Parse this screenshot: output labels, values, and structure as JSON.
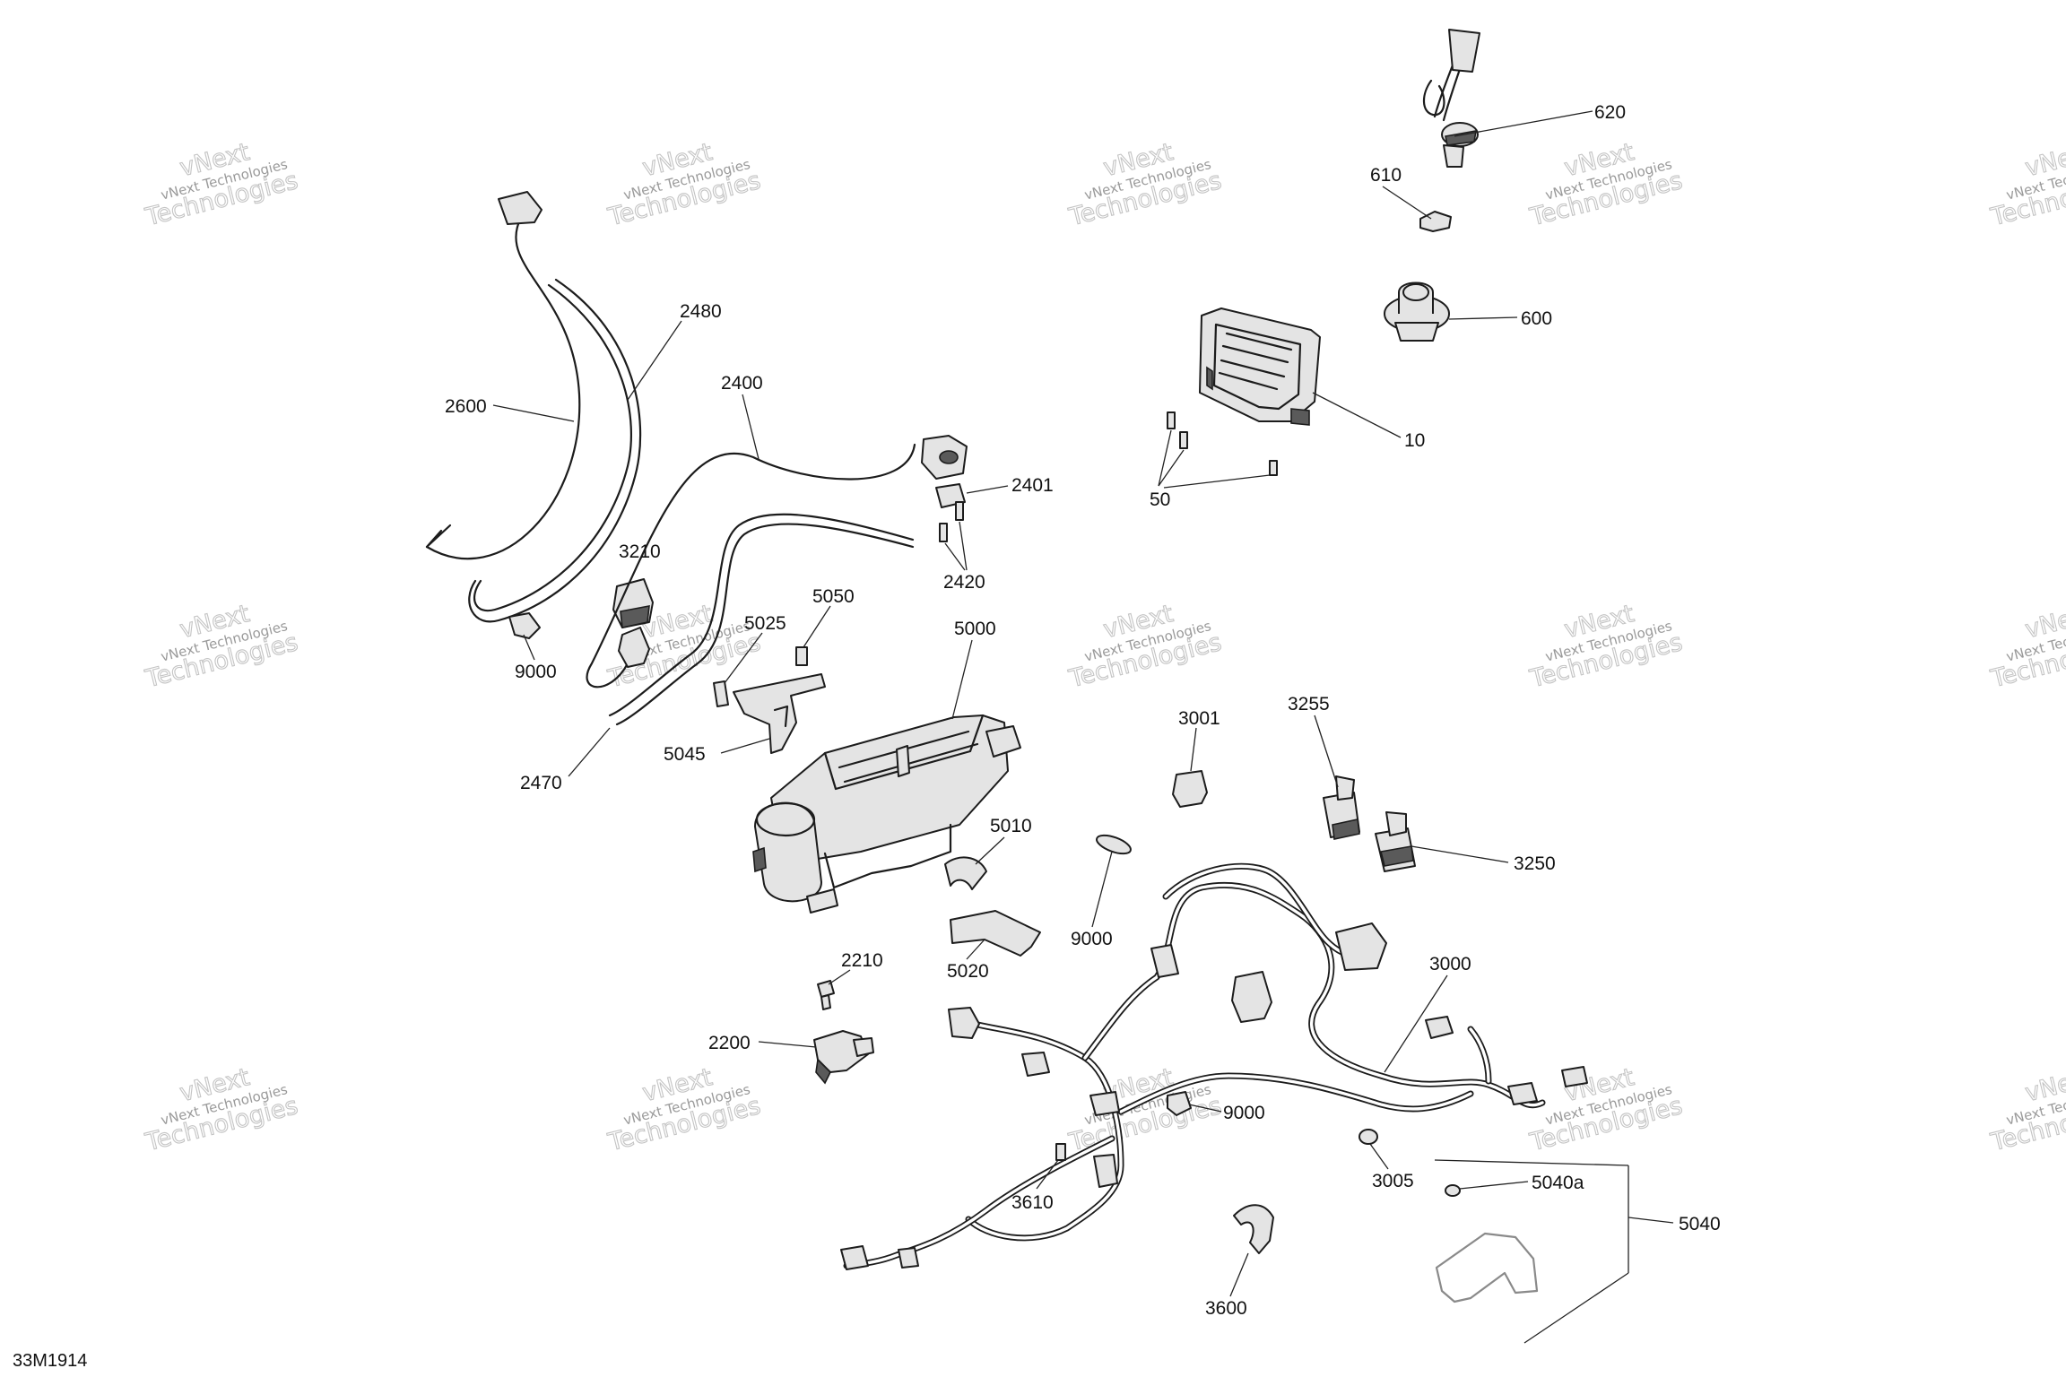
{
  "figure_id": "33M1914",
  "watermark": {
    "line1": "vNext Technologies",
    "line2": "Technologies",
    "corner": "vNext"
  },
  "callouts": [
    {
      "id": "c-620",
      "label": "620"
    },
    {
      "id": "c-610",
      "label": "610"
    },
    {
      "id": "c-600",
      "label": "600"
    },
    {
      "id": "c-10",
      "label": "10"
    },
    {
      "id": "c-50",
      "label": "50"
    },
    {
      "id": "c-2480",
      "label": "2480"
    },
    {
      "id": "c-2600",
      "label": "2600"
    },
    {
      "id": "c-2400",
      "label": "2400"
    },
    {
      "id": "c-2401",
      "label": "2401"
    },
    {
      "id": "c-2420",
      "label": "2420"
    },
    {
      "id": "c-3210",
      "label": "3210"
    },
    {
      "id": "c-9000a",
      "label": "9000"
    },
    {
      "id": "c-5050",
      "label": "5050"
    },
    {
      "id": "c-5025",
      "label": "5025"
    },
    {
      "id": "c-5000",
      "label": "5000"
    },
    {
      "id": "c-5045",
      "label": "5045"
    },
    {
      "id": "c-2470",
      "label": "2470"
    },
    {
      "id": "c-3001",
      "label": "3001"
    },
    {
      "id": "c-3255",
      "label": "3255"
    },
    {
      "id": "c-3250",
      "label": "3250"
    },
    {
      "id": "c-5010",
      "label": "5010"
    },
    {
      "id": "c-9000b",
      "label": "9000"
    },
    {
      "id": "c-5020",
      "label": "5020"
    },
    {
      "id": "c-2210",
      "label": "2210"
    },
    {
      "id": "c-2200",
      "label": "2200"
    },
    {
      "id": "c-3000",
      "label": "3000"
    },
    {
      "id": "c-9000c",
      "label": "9000"
    },
    {
      "id": "c-3610",
      "label": "3610"
    },
    {
      "id": "c-3005",
      "label": "3005"
    },
    {
      "id": "c-5040a",
      "label": "5040a"
    },
    {
      "id": "c-5040",
      "label": "5040"
    },
    {
      "id": "c-3600",
      "label": "3600"
    }
  ]
}
